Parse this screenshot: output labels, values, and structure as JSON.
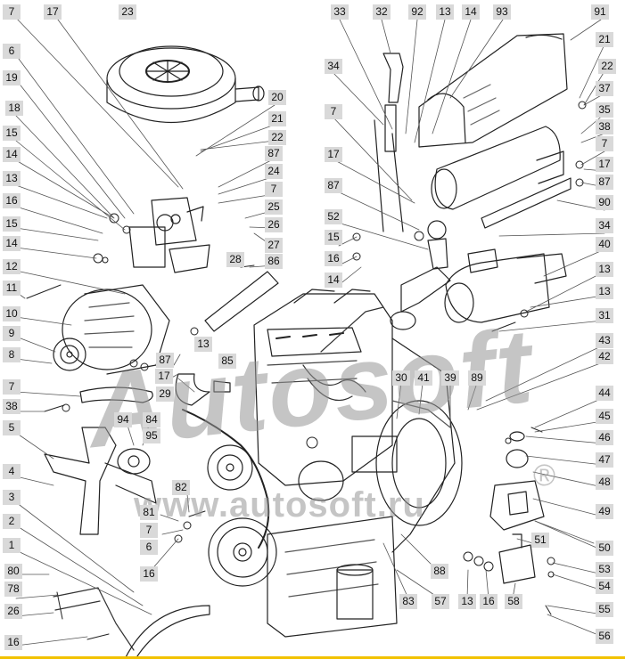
{
  "watermark": {
    "brand": "Autosoft",
    "url": "www.autosoft.ru",
    "reg": "®"
  },
  "colors": {
    "ink": "#222222",
    "label_bg": "#d9d9d9",
    "bottom_rule": "#f2c200"
  },
  "labels": [
    "7",
    "17",
    "23",
    "33",
    "32",
    "92",
    "13",
    "14",
    "93",
    "91",
    "6",
    "21",
    "22",
    "19",
    "37",
    "34",
    "35",
    "20",
    "18",
    "21",
    "22",
    "7",
    "38",
    "15",
    "87",
    "7",
    "17",
    "14",
    "24",
    "17",
    "7",
    "87",
    "13",
    "87",
    "90",
    "25",
    "16",
    "26",
    "52",
    "34",
    "15",
    "27",
    "40",
    "16",
    "15",
    "28",
    "86",
    "13",
    "14",
    "12",
    "13",
    "11",
    "14",
    "31",
    "10",
    "13",
    "9",
    "43",
    "87",
    "42",
    "85",
    "8",
    "17",
    "30",
    "41",
    "39",
    "89",
    "29",
    "7",
    "44",
    "38",
    "94",
    "84",
    "45",
    "95",
    "46",
    "5",
    "47",
    "48",
    "82",
    "4",
    "49",
    "81",
    "3",
    "7",
    "51",
    "50",
    "6",
    "2",
    "16",
    "53",
    "88",
    "1",
    "13",
    "16",
    "58",
    "80",
    "54",
    "78",
    "83",
    "57",
    "55",
    "26",
    "56",
    "16"
  ]
}
